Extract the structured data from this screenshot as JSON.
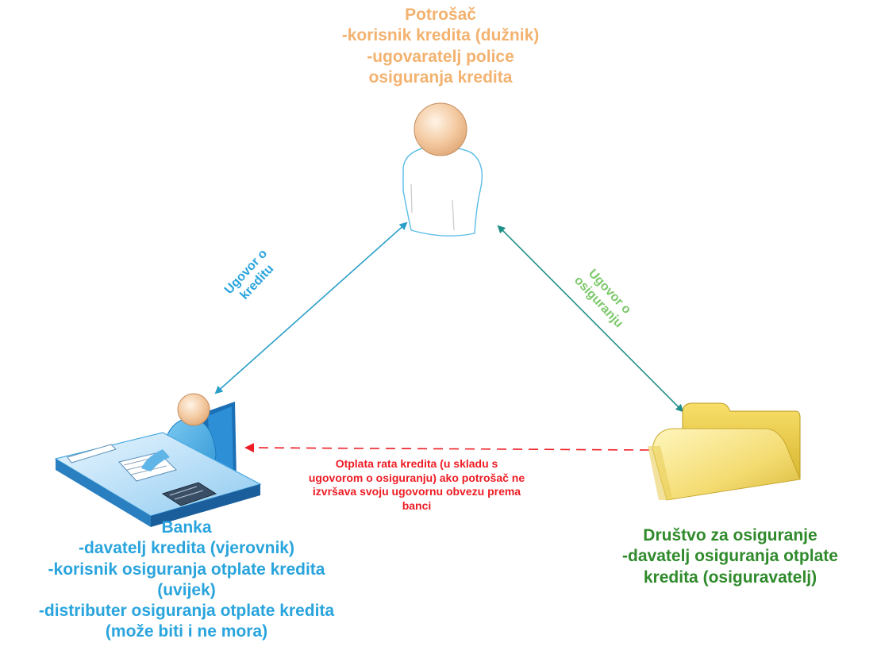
{
  "consumer": {
    "lines": [
      "Potrošač",
      "-korisnik kredita (dužnik)",
      "-ugovaratelj police",
      "osiguranja kredita"
    ],
    "color": "#f3b26f",
    "icon": "person-icon"
  },
  "bank": {
    "lines": [
      "Banka",
      "-davatelj kredita  (vjerovnik)",
      "-korisnik osiguranja otplate kredita",
      "(uvijek)",
      "-distributer osiguranja otplate kredita",
      "(može biti i ne mora)"
    ],
    "color": "#29a4dd",
    "icon": "banker-at-desk-icon"
  },
  "insurer": {
    "lines": [
      "Društvo za osiguranje",
      "-davatelj osiguranja otplate",
      "kredita (osiguravatelj)"
    ],
    "color": "#2f8a2b",
    "icon": "folder-icon"
  },
  "edges": {
    "credit_contract": {
      "lines": [
        "Ugovor o",
        "kreditu"
      ],
      "color": "#29a4dd"
    },
    "insurance_contract": {
      "lines": [
        "Ugovor o",
        "osiguranju"
      ],
      "color": "#7cc96a"
    },
    "repayment": {
      "lines": [
        "Otplata rata kredita (u skladu s",
        "ugovorom o osiguranju) ako potrošač ne",
        "izvršava svoju ugovornu obvezu prema",
        "banci"
      ],
      "color": "#ee1c24"
    }
  }
}
